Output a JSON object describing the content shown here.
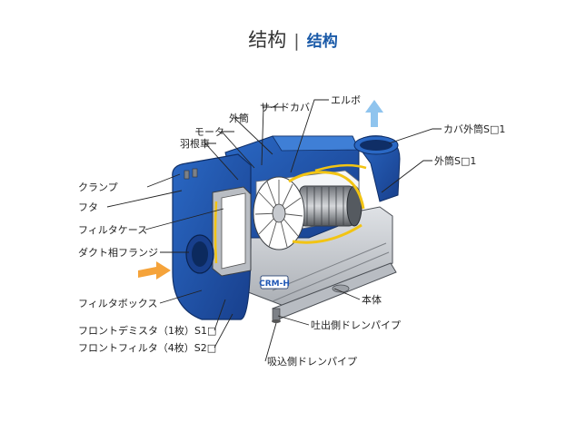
{
  "title": {
    "main": "结构",
    "separator": "|",
    "sub": "结构"
  },
  "brand": "CRM-H",
  "colors": {
    "body_blue": "#1f57b5",
    "dark_blue": "#17408a",
    "gray_body": "#c9ccd1",
    "fan_yellow": "#f2c413",
    "air_orange": "#f5a33a",
    "air_blue": "#8fc4ee"
  },
  "labels": {
    "elbow": "エルボ",
    "side_cover": "サイドカバ",
    "outer_tube": "外筒",
    "motor": "モータ",
    "impeller": "羽根車",
    "cover_outer_tube": "カバ外筒S□1",
    "outer_tube_s1": "外筒S□1",
    "clamp": "クランプ",
    "lid": "フタ",
    "filter_case": "フィルタケース",
    "duct_flange": "ダクト相フランジ",
    "filter_box": "フィルタボックス",
    "body": "本体",
    "front_demister": "フロントデミスタ（1枚）S1□",
    "front_filter": "フロントフィルタ（4枚）S2□",
    "discharge_drain": "吐出側ドレンパイプ",
    "suction_drain": "吸込側ドレンパイプ"
  }
}
